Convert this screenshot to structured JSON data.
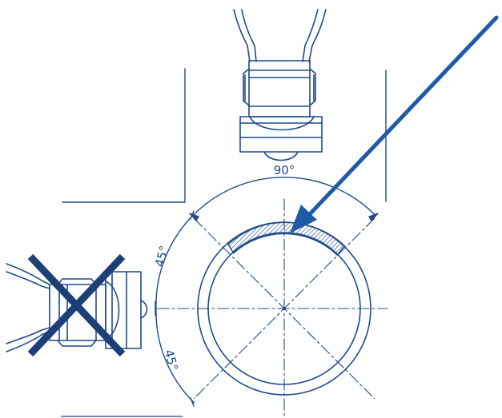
{
  "labels": {
    "top_angle": "90°",
    "upper_left_angle": "45°",
    "lower_left_angle": "45°"
  },
  "colors": {
    "line": "#1f4a8c",
    "arrow": "#1f5aa8",
    "cross": "#1d3f78"
  },
  "icons": {
    "correct_position": "cable-clamp-top-icon",
    "wrong_position": "cable-clamp-side-icon",
    "prohibited": "cross-icon",
    "pointer": "arrow-icon"
  }
}
